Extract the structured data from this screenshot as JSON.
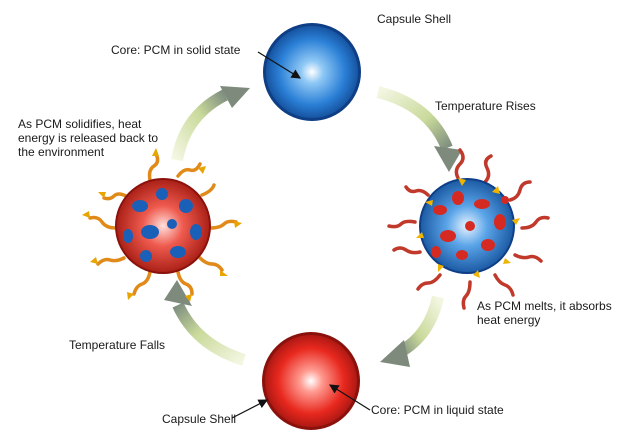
{
  "labels": {
    "capsule_shell_top": "Capsule Shell",
    "core_solid": "Core:  PCM in solid state",
    "temperature_rises": "Temperature Rises",
    "solidifies_line1": "As PCM solidifies, heat",
    "solidifies_line2": "energy is released back to",
    "solidifies_line3": "the environment",
    "melts_line1": "As PCM melts, it absorbs",
    "melts_line2": "heat energy",
    "temperature_falls": "Temperature Falls",
    "capsule_shell_bottom": "Capsule Shell",
    "core_liquid": "Core:  PCM in liquid state"
  },
  "colors": {
    "solid_core": "#1e6fcf",
    "liquid_core": "#e02820",
    "arrow": "#c8d89a",
    "wave": "#c0392b",
    "arrowhead": "#f0b400"
  },
  "icons": [
    "solid-capsule-icon",
    "melting-capsule-icon",
    "liquid-capsule-icon",
    "solidifying-capsule-icon"
  ]
}
